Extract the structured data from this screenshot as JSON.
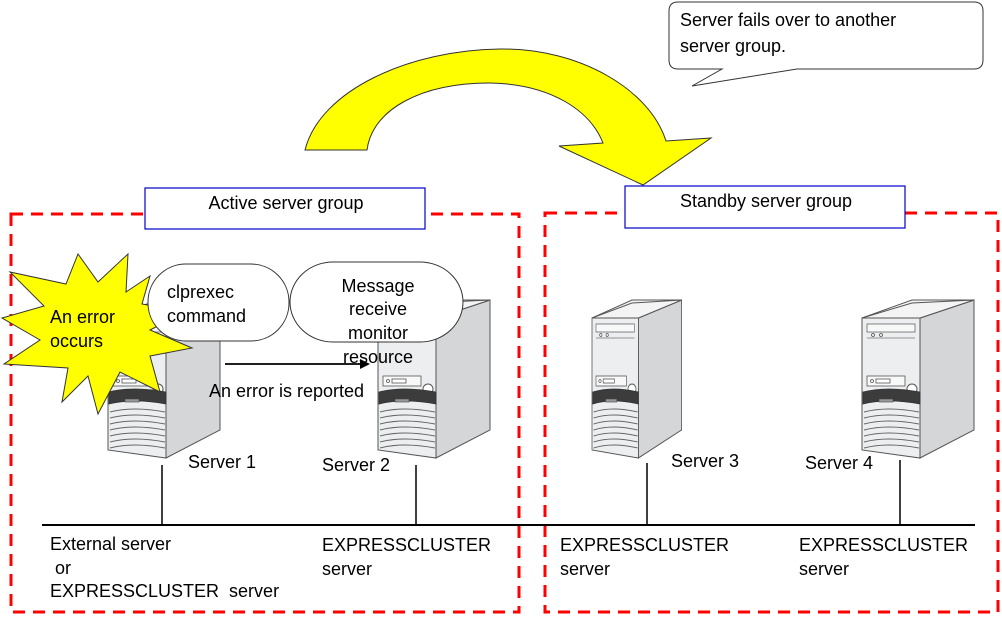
{
  "callout": {
    "line1": "Server fails over to another",
    "line2": "server group."
  },
  "groups": {
    "active": {
      "label": "Active server group"
    },
    "standby": {
      "label": "Standby server group"
    }
  },
  "error_burst": {
    "line1": "An error",
    "line2": "occurs"
  },
  "command_bubble": {
    "line1": "clprexec",
    "line2": "command"
  },
  "monitor_bubble": {
    "line1": "Message",
    "line2": "receive",
    "line3": "monitor",
    "line4": "resource"
  },
  "report_arrow": {
    "label": "An error is reported"
  },
  "servers": [
    {
      "name": "Server 1",
      "role_line1": "External server",
      "role_line2": " or",
      "role_line3": "EXPRESSCLUSTER  server"
    },
    {
      "name": "Server 2",
      "role_line1": "EXPRESSCLUSTER",
      "role_line2": "server"
    },
    {
      "name": "Server 3",
      "role_line1": "EXPRESSCLUSTER",
      "role_line2": "server"
    },
    {
      "name": "Server 4",
      "role_line1": "EXPRESSCLUSTER",
      "role_line2": "server"
    }
  ],
  "colors": {
    "failover_arrow": "#ffff00",
    "group_border": "#ff0000",
    "label_border": "#0000cc",
    "burst": "#ffff00"
  }
}
